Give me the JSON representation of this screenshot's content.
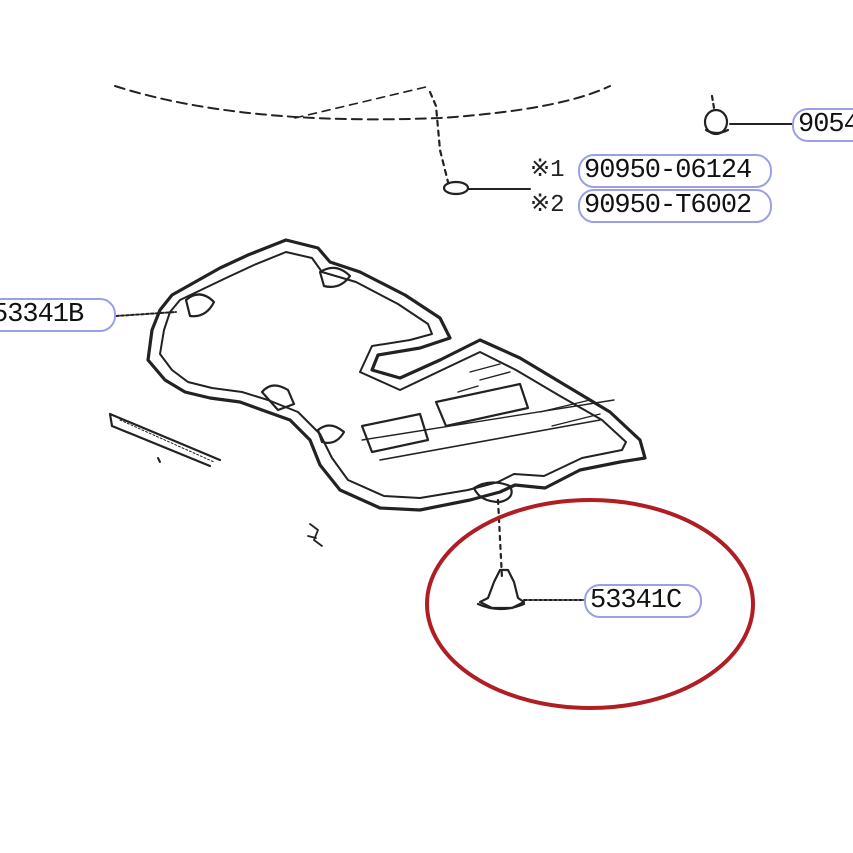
{
  "labels": {
    "top_right": "9054",
    "note1_part": "90950-06124",
    "note2_part": "90950-T6002",
    "left": "53341B",
    "circled": "53341C"
  },
  "notes": {
    "note1_mark": "※1",
    "note2_mark": "※2"
  },
  "colors": {
    "line": "#222222",
    "label_border": "#9aa0e6",
    "highlight_circle": "#b01e24"
  }
}
